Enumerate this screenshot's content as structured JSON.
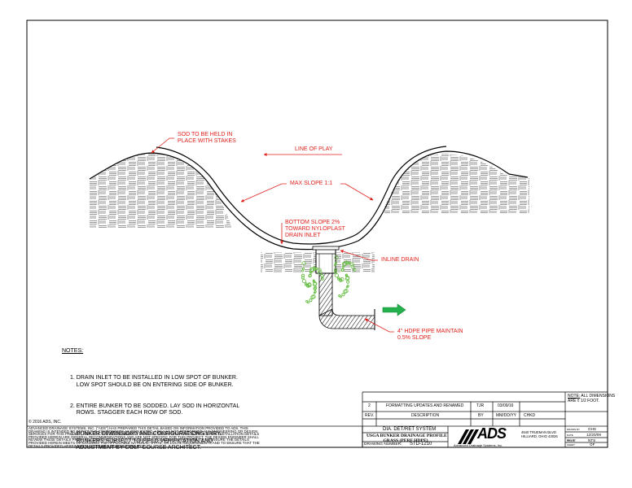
{
  "callouts": {
    "sod": [
      "SOD TO BE HELD IN",
      "PLACE WITH STAKES"
    ],
    "line_of_play": "LINE OF PLAY",
    "max_slope": "MAX SLOPE 1:1",
    "bottom_slope": [
      "BOTTOM SLOPE 2%",
      "TOWARD NYLOPLAST",
      "DRAIN INLET"
    ],
    "inline_drain": "INLINE DRAIN",
    "pipe": [
      "4\" HDPE PIPE MAINTAIN",
      "0.5% SLOPE"
    ]
  },
  "notes": {
    "heading": "NOTES:",
    "items": [
      [
        "1. DRAIN INLET TO BE INSTALLED IN LOW SPOT OF BUNKER.",
        "    LOW SPOT SHOULD BE ON ENTERING SIDE OF BUNKER."
      ],
      [
        "2. ENTIRE BUNKER TO BE SODDED. LAY SOD IN HORIZONTAL",
        "    ROWS. STAGGER EACH ROW OF SOD."
      ],
      [
        "3. BUNKER DIMENSIONS AND CONFIGURATIONS VARY.",
        "    BUNKERS SUBJECT TO FIELD VERIFICATION AND",
        "    ADJUSTMENT BY GOLF COURSE ARCHITECT."
      ]
    ]
  },
  "copyright": "© 2016 ADS, INC.",
  "disclaimer": [
    "ADVANCED DRAINAGE SYSTEMS, INC. (\"ADS\") HAS PREPARED THIS DETAIL BASED ON INFORMATION PROVIDED TO ADS.  THIS",
    "DRAWING IS INTENDED TO DEPICT THE COMPONENTS AS REQUESTED.  ADS HAS NOT PERFORMED ANY ENGINEERING OR DESIGN",
    "SERVICES FOR THIS PROJECT, NOR HAS ADS INDEPENDENTLY VERIFIED THE INFORMATION SUPPLIED.  THE INSTALLATION DETAILS",
    "PROVIDED HEREIN ARE GENERAL RECOMMENDATIONS AND ARE NOT SPECIFIC FOR THIS PROJECT.  THE DESIGN ENGINEER SHALL",
    "REVIEW THESE DETAILS PRIOR TO CONSTRUCTION.  IT IS THE DESIGN ENGINEERS RESPONSIBILITY TO ENSURE THE DETAILS",
    "PROVIDED HEREIN MEETS OR EXCEEDS THE APPLICABLE NATIONAL, STATE, OR LOCAL REQUIREMENTS AND TO ENSURE THAT THE",
    "DETAILS PROVIDED HEREIN ARE ACCEPTABLE FOR THIS PROJECT."
  ],
  "revision": {
    "rev": "2",
    "description": "FORMATTING UPDATES AND RENAMED",
    "by": "TJR",
    "date": "03/09/16",
    "headers": {
      "rev": "REV.",
      "description": "DESCRIPTION",
      "by": "BY",
      "date": "MM/DD/YY",
      "chkd": "CHKD"
    }
  },
  "dimension_note": {
    "label": "NOTE:",
    "text": "ALL DIMENSIONS",
    "text2": "ARE ± 1/2 FOOT."
  },
  "title_block": {
    "category": "DIA. DET/RET SYSTEM",
    "title": [
      "USGA BUNKER DRAINAGE PROFILE",
      "GRASS (PERF HDPE)"
    ],
    "drawing_number_label": "DRAWING NUMBER:",
    "drawing_number": "STD-1210",
    "logo": "ADS",
    "company": "Advanced Drainage Systems, Inc.",
    "address": [
      "4640 TRUEMAN BLVD",
      "HILLIARD, OHIO 43026"
    ],
    "fields": [
      {
        "label": "DRAWN BY",
        "value": "GHS"
      },
      {
        "label": "DATE",
        "value": "12/20/09"
      },
      {
        "label": "REV BY",
        "value": ""
      },
      {
        "label": "SCALE",
        "value": "NTS"
      },
      {
        "label": "SHEET",
        "value": "OF"
      }
    ]
  },
  "colors": {
    "red": "#e0201b",
    "line": "#000000",
    "hatch": "#333333",
    "plant": "#6cc04a",
    "arrow": "#22b14c"
  }
}
